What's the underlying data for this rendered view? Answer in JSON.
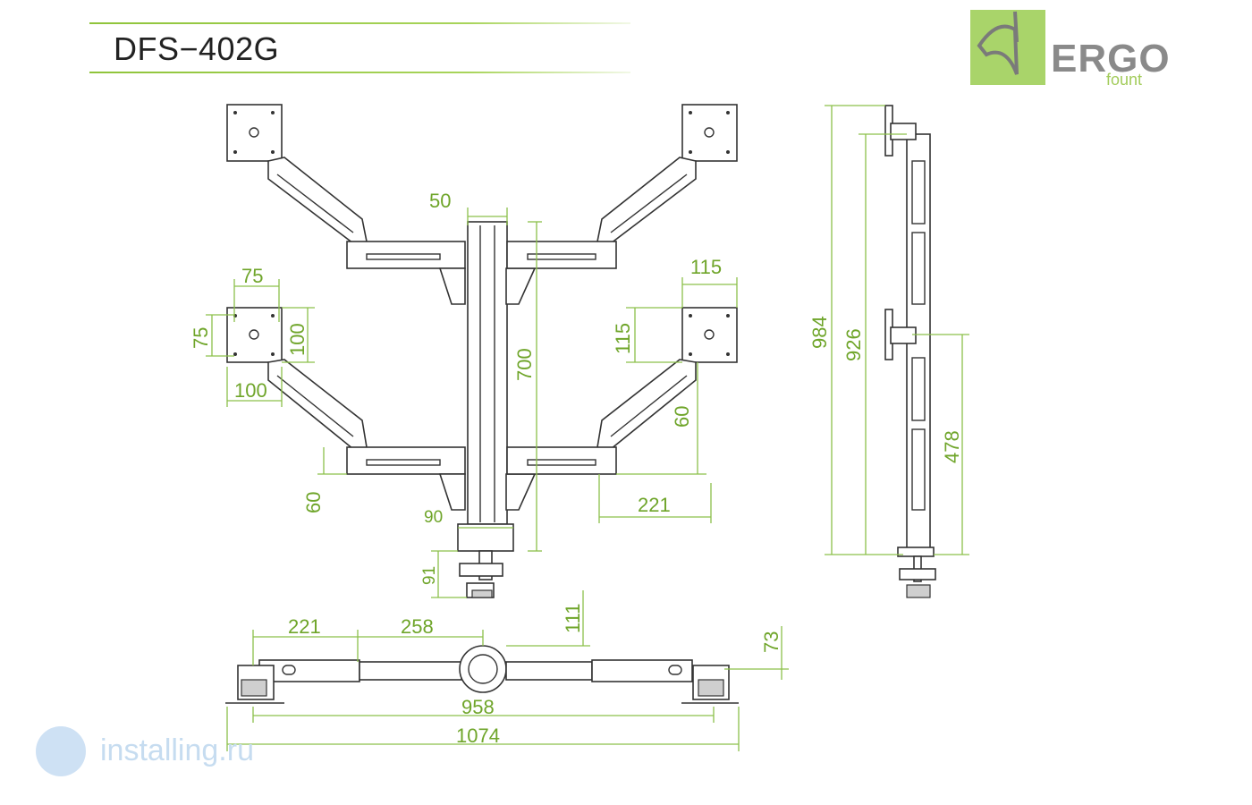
{
  "header": {
    "model": "DFS−402G"
  },
  "logo": {
    "brand": "ERGO",
    "sub": "fount"
  },
  "watermark": {
    "text": "installing.ru"
  },
  "dimensions": {
    "pole_width": "50",
    "vesa_75_top": "75",
    "vesa_75_left": "75",
    "vesa_100_right": "100",
    "vesa_100_bottom": "100",
    "vesa_115_top": "115",
    "vesa_115_left": "115",
    "pole_height": "700",
    "arm_height_60_right": "60",
    "arm_height_60_left": "60",
    "arm_reach_221": "221",
    "clamp_90": "90",
    "clamp_91": "91",
    "side_984": "984",
    "side_926": "926",
    "side_478": "478",
    "top_221": "221",
    "top_258": "258",
    "top_111": "111",
    "top_73": "73",
    "top_958": "958",
    "top_1074": "1074"
  },
  "colors": {
    "accent": "#8cc04a",
    "dimension_text": "#6fa52a",
    "line": "#333333",
    "logo_box": "#a9d46a"
  }
}
